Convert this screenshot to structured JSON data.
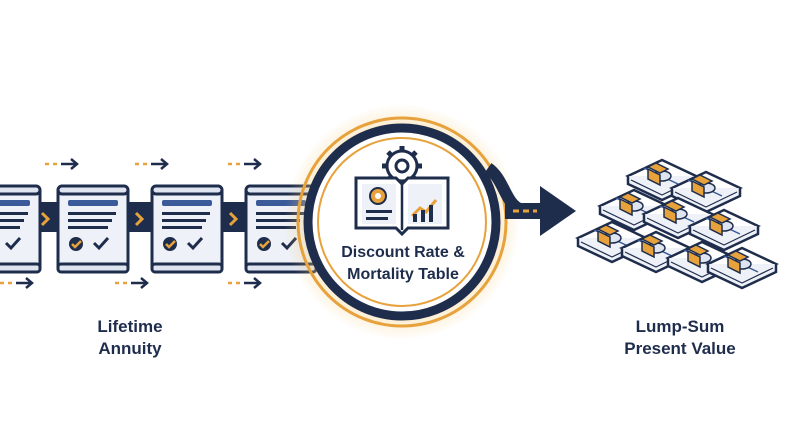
{
  "labels": {
    "annuity": [
      "Lifetime",
      "Annuity"
    ],
    "center": [
      "Discount Rate &",
      "Mortality Table"
    ],
    "lump_sum": [
      "Lump-Sum",
      "Present Value"
    ]
  },
  "colors": {
    "navy": "#1f2d4d",
    "gold": "#e7a23c",
    "panel": "#eef1f7",
    "blue": "#3a5a9a",
    "glow": "#f6c873"
  },
  "icons": {
    "documents": "document-checklist-icon",
    "book": "open-book-chart-icon",
    "gear": "gear-icon",
    "money": "money-stack-icon"
  }
}
